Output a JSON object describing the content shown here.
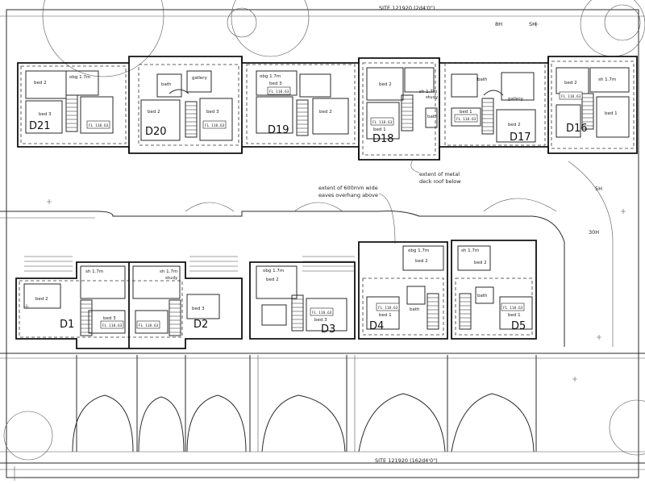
{
  "site_labels": {
    "top": "SITE 121920 (2d4'0\")",
    "bottom": "SITE 121920 (162d4'0\")"
  },
  "notes": {
    "metal_roof": [
      "extent of metal",
      "deck roof below"
    ],
    "eaves": [
      "extent of 600mm wide",
      "eaves overhang above"
    ]
  },
  "north_units": [
    {
      "id": "D21",
      "rooms": [
        "bed 2",
        "obg 1.7m",
        "bed 3"
      ],
      "level": "FL 118.63"
    },
    {
      "id": "D20",
      "rooms": [
        "bath",
        "gallery",
        "bed 2",
        "bed 3"
      ],
      "level": "FL 118.63"
    },
    {
      "id": "D19",
      "rooms": [
        "obg 1.7m",
        "bed 3",
        "bed 2"
      ],
      "level": "FL 118.63"
    },
    {
      "id": "D18",
      "rooms": [
        "bed 2",
        "sh 1.7m",
        "study",
        "bath",
        "bed 1"
      ],
      "level": "FL 118.63"
    },
    {
      "id": "D17",
      "rooms": [
        "bath",
        "gallery",
        "bed 1",
        "bed 2"
      ],
      "level": "FL 118.63"
    },
    {
      "id": "D16",
      "rooms": [
        "bed 2",
        "sh 1.7m",
        "bed 1"
      ],
      "level": "FL 118.63"
    }
  ],
  "south_units": [
    {
      "id": "D1",
      "rooms": [
        "sh 1.7m",
        "bed 2",
        "bed 3"
      ],
      "level": "FL 118.63"
    },
    {
      "id": "D2",
      "rooms": [
        "sh 1.7m",
        "study",
        "bed 3"
      ],
      "level": "FL 118.63"
    },
    {
      "id": "D3",
      "rooms": [
        "obg 1.7m",
        "bed 2",
        "bed 3"
      ],
      "level": "FL 118.63"
    },
    {
      "id": "D4",
      "rooms": [
        "obg 1.7m",
        "bed 2",
        "bath",
        "bed 1"
      ],
      "level": "FL 118.63"
    },
    {
      "id": "D5",
      "rooms": [
        "sh 1.7m",
        "bed 2",
        "bath",
        "bed 1"
      ],
      "level": "FL 118.63"
    }
  ],
  "misc_labels": {
    "sh": "SH",
    "sh2": "5H",
    "h": "30H",
    "bh": "8H"
  },
  "colors": {
    "ink": "#111111",
    "paper": "#ffffff"
  }
}
